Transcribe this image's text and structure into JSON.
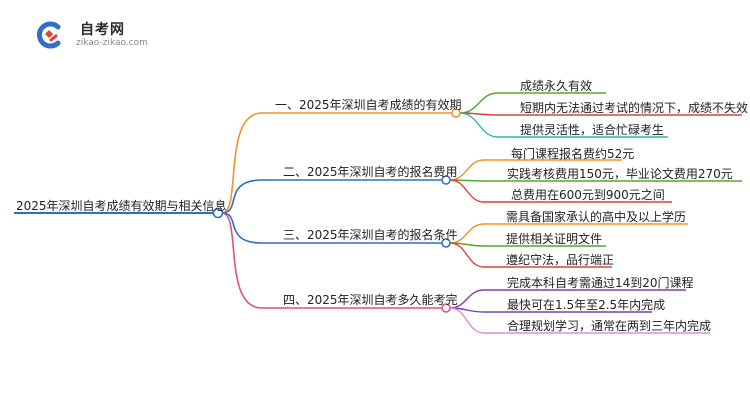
{
  "logo": {
    "name": "自考网",
    "domain": "zikao-zikao.com",
    "colors": {
      "blue": "#2f6fc9",
      "red": "#e5403b"
    }
  },
  "root": {
    "label": "2025年深圳自考成绩有效期与相关信息",
    "color": "#2d6ec9"
  },
  "branches": [
    {
      "label": "一、2025年深圳自考成绩的有效期",
      "color": "#f2942a",
      "children": [
        {
          "label": "成绩永久有效",
          "color": "#55a630"
        },
        {
          "label": "短期内无法通过考试的情况下，成绩不失效",
          "color": "#e0413c"
        },
        {
          "label": "提供灵活性，适合忙碌考生",
          "color": "#27b7b3"
        }
      ]
    },
    {
      "label": "二、2025年深圳自考的报名费用",
      "color": "#2d6ec9",
      "children": [
        {
          "label": "每门课程报名费约52元",
          "color": "#f2942a"
        },
        {
          "label": "实践考核费用150元，毕业论文费用270元",
          "color": "#55a630"
        },
        {
          "label": "总费用在600元到900元之间",
          "color": "#e0413c"
        }
      ]
    },
    {
      "label": "三、2025年深圳自考的报名条件",
      "color": "#2d6ec9",
      "children": [
        {
          "label": "需具备国家承认的高中及以上学历",
          "color": "#f2942a"
        },
        {
          "label": "提供相关证明文件",
          "color": "#55a630"
        },
        {
          "label": "遵纪守法，品行端正",
          "color": "#e0413c"
        }
      ]
    },
    {
      "label": "四、2025年深圳自考多久能考完",
      "color": "#e24f7f",
      "children": [
        {
          "label": "完成本科自考需通过14到20门课程",
          "color": "#7a3fb5"
        },
        {
          "label": "最快可在1.5年至2.5年内完成",
          "color": "#7a3fb5"
        },
        {
          "label": "合理规划学习，通常在两到三年内完成",
          "color": "#e58ad0"
        }
      ]
    }
  ]
}
